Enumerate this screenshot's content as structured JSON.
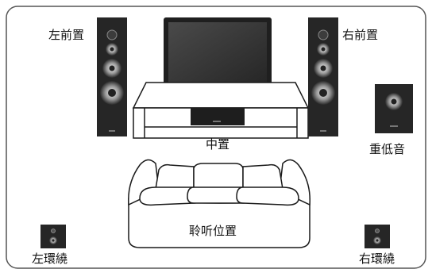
{
  "labels": {
    "front_left": "左前置",
    "front_right": "右前置",
    "center": "中置",
    "subwoofer": "重低音",
    "listening_position": "聆听位置",
    "surround_left": "左環繞",
    "surround_right": "右環繞"
  },
  "colors": {
    "line": "#1a1a1a",
    "speaker_body": "#2b2b2b",
    "speaker_dark": "#111111",
    "screen": "#3a3a3a",
    "panel_border": "#555555"
  },
  "icons": [
    "tv-icon",
    "tower-speaker-icon",
    "subwoofer-icon",
    "bookshelf-speaker-icon",
    "sofa-icon",
    "tv-stand-icon"
  ]
}
